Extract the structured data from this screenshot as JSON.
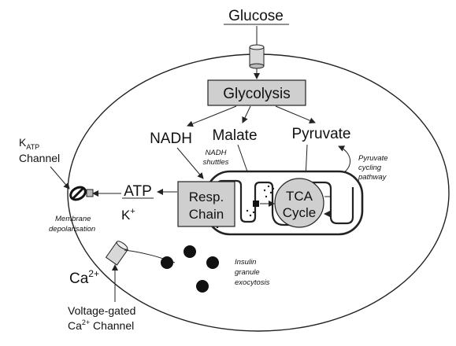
{
  "labels": {
    "glucose": "Glucose",
    "glycolysis": "Glycolysis",
    "nadh": "NADH",
    "malate": "Malate",
    "pyruvate": "Pyruvate",
    "nadh_shuttles_1": "NADH",
    "nadh_shuttles_2": "shuttles",
    "pyruvate_cycling_1": "Pyruvate",
    "pyruvate_cycling_2": "cycling",
    "pyruvate_cycling_3": "pathway",
    "katp_k": "K",
    "katp_sub": "ATP",
    "katp_channel": "Channel",
    "atp": "ATP",
    "k_plus": "K",
    "k_plus_sup": "+",
    "resp_chain_1": "Resp.",
    "resp_chain_2": "Chain",
    "tca_1": "TCA",
    "tca_2": "Cycle",
    "membrane_1": "Membrane",
    "membrane_2": "depolarisation",
    "ca": "Ca",
    "ca_sup": "2+",
    "insulin_1": "Insulin",
    "insulin_2": "granule",
    "insulin_3": "exocytosis",
    "vgcc_1": "Voltage-gated",
    "vgcc_2_a": "Ca",
    "vgcc_2_sup": "2+",
    "vgcc_2_b": " Channel"
  },
  "colors": {
    "box_fill": "#cfcfcf",
    "circle_fill": "#cfcfcf",
    "stroke": "#222222"
  }
}
